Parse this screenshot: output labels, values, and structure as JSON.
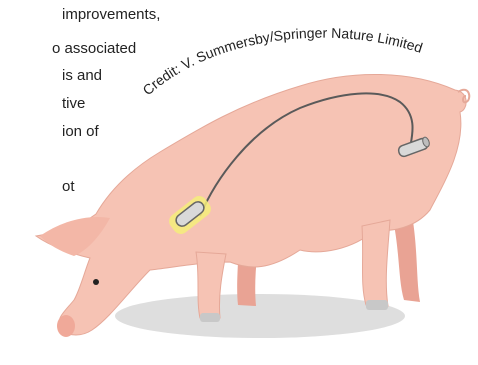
{
  "background_text": {
    "lines": [
      "improvements,",
      "o associated",
      "is and",
      "tive",
      "ion of",
      "",
      "ot"
    ]
  },
  "credit": "Credit: V. Summersby/Springer Nature Limited",
  "illustration": {
    "subject": "pig",
    "colors": {
      "skin": "#f6c3b4",
      "skin_shadow": "#e9a394",
      "ground_shadow": "#dcdcdc",
      "implant_highlight": "#f5ef7a",
      "wire": "#5a5a5a",
      "device": "#d9d9d9"
    }
  }
}
